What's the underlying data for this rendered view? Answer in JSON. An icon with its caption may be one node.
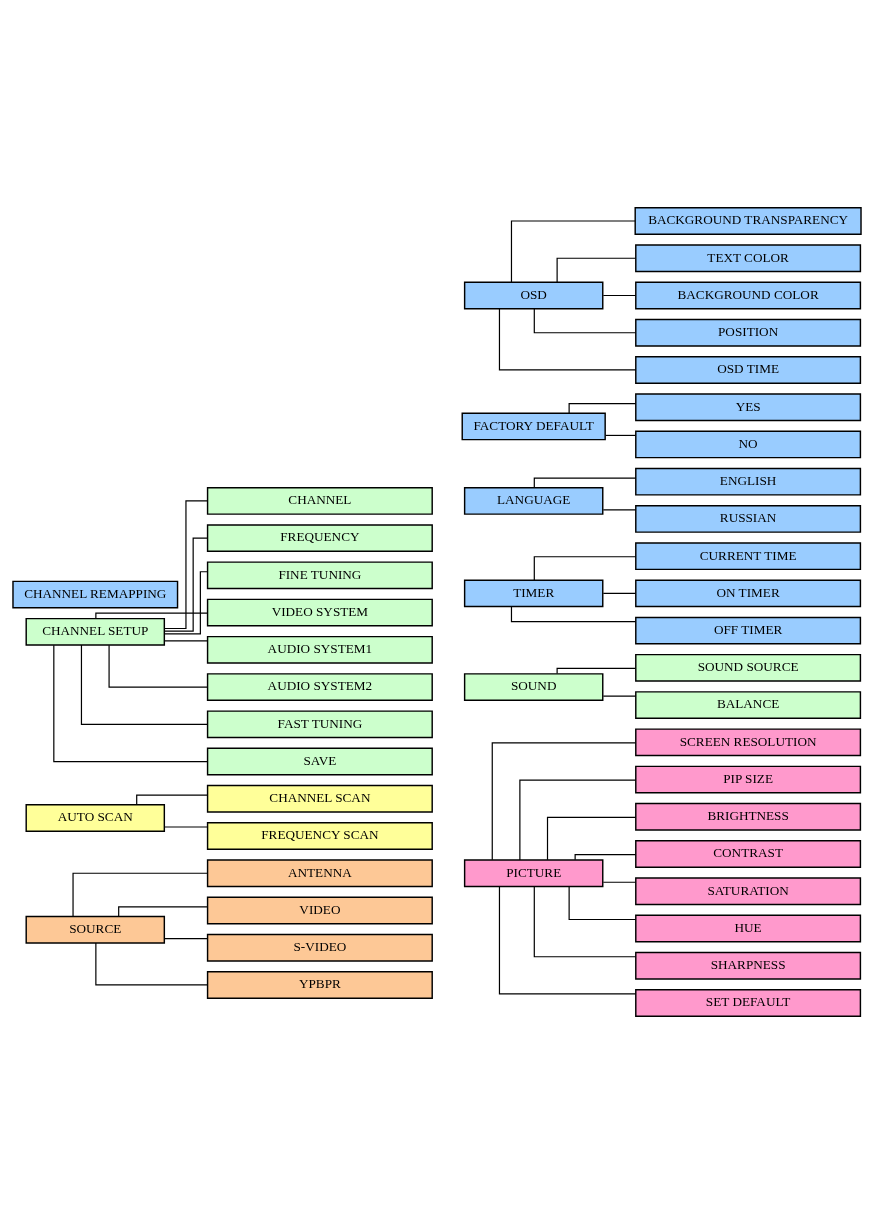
{
  "diagram": {
    "nodes": [
      {
        "text": [
          "SOURCE"
        ]
      },
      {
        "text": [
          "ANTENNA"
        ]
      },
      {
        "text": [
          "VIDEO"
        ]
      },
      {
        "text": [
          "S-VIDEO"
        ]
      },
      {
        "text": [
          "YPBPR"
        ]
      },
      {
        "text": [
          "AUTO SCAN"
        ]
      },
      {
        "text": [
          "CHANNEL SCAN"
        ]
      },
      {
        "text": [
          "FREQUENCY SCAN"
        ]
      },
      {
        "text": [
          "CHANNEL SETUP"
        ]
      },
      {
        "text": [
          "CHANNEL"
        ]
      },
      {
        "text": [
          "FREQUENCY"
        ]
      },
      {
        "text": [
          "FINE TUNING"
        ]
      },
      {
        "text": [
          "VIDEO SYSTEM"
        ]
      },
      {
        "text": [
          "AUDIO SYSTEM1"
        ]
      },
      {
        "text": [
          "AUDIO SYSTEM2"
        ]
      },
      {
        "text": [
          "FAST TUNING"
        ]
      },
      {
        "text": [
          "SAVE"
        ]
      },
      {
        "text": [
          "CHANNEL REMAPPING"
        ]
      },
      {
        "text": [
          "PICTURE"
        ]
      },
      {
        "text": [
          "SCREEN RESOLUTION"
        ]
      },
      {
        "text": [
          "PIP SIZE"
        ]
      },
      {
        "text": [
          "BRIGHTNESS"
        ]
      },
      {
        "text": [
          "CONTRAST"
        ]
      },
      {
        "text": [
          "SATURATION"
        ]
      },
      {
        "text": [
          "HUE"
        ]
      },
      {
        "text": [
          "SHARPNESS"
        ]
      },
      {
        "text": [
          "SET DEFAULT"
        ]
      },
      {
        "text": [
          "SOUND"
        ]
      },
      {
        "text": [
          "SOUND SOURCE"
        ]
      },
      {
        "text": [
          "BALANCE"
        ]
      },
      {
        "text": [
          "TIMER"
        ]
      },
      {
        "text": [
          "CURRENT TIME"
        ]
      },
      {
        "text": [
          "ON TIMER"
        ]
      },
      {
        "text": [
          "OFF TIMER"
        ]
      },
      {
        "text": [
          "LANGUAGE"
        ]
      },
      {
        "text": [
          "ENGLISH"
        ]
      },
      {
        "text": [
          "RUSSIAN"
        ]
      },
      {
        "text": [
          "FACTORY DEFAULT"
        ]
      },
      {
        "text": [
          "YES"
        ]
      },
      {
        "text": [
          "NO"
        ]
      },
      {
        "text": [
          "OSD"
        ]
      },
      {
        "text": [
          "BACKGROUND TRANSPARENCY"
        ]
      },
      {
        "text": [
          "TEXT COLOR"
        ]
      },
      {
        "text": [
          "BACKGROUND COLOR"
        ]
      },
      {
        "text": [
          "POSITION"
        ]
      },
      {
        "text": [
          "OSD TIME"
        ]
      }
    ],
    "edges": [
      {
        "from": 0,
        "to": 1,
        "arrow": "none"
      },
      {
        "from": 0,
        "to": 2,
        "arrow": "none"
      },
      {
        "from": 0,
        "to": 3,
        "arrow": "none"
      },
      {
        "from": 0,
        "to": 4,
        "arrow": "none"
      },
      {
        "from": 5,
        "to": 6,
        "arrow": "none"
      },
      {
        "from": 5,
        "to": 7,
        "arrow": "none"
      },
      {
        "from": 8,
        "to": 9,
        "arrow": "none"
      },
      {
        "from": 8,
        "to": 10,
        "arrow": "none"
      },
      {
        "from": 8,
        "to": 11,
        "arrow": "none"
      },
      {
        "from": 8,
        "to": 12,
        "arrow": "none"
      },
      {
        "from": 8,
        "to": 13,
        "arrow": "none"
      },
      {
        "from": 8,
        "to": 14,
        "arrow": "none"
      },
      {
        "from": 8,
        "to": 15,
        "arrow": "none"
      },
      {
        "from": 8,
        "to": 16,
        "arrow": "none"
      },
      {
        "from": 18,
        "to": 19,
        "arrow": "none"
      },
      {
        "from": 18,
        "to": 20,
        "arrow": "none"
      },
      {
        "from": 18,
        "to": 21,
        "arrow": "none"
      },
      {
        "from": 18,
        "to": 22,
        "arrow": "none"
      },
      {
        "from": 18,
        "to": 23,
        "arrow": "none"
      },
      {
        "from": 18,
        "to": 24,
        "arrow": "none"
      },
      {
        "from": 18,
        "to": 25,
        "arrow": "none"
      },
      {
        "from": 18,
        "to": 26,
        "arrow": "none"
      },
      {
        "from": 27,
        "to": 28,
        "arrow": "none"
      },
      {
        "from": 27,
        "to": 29,
        "arrow": "none"
      },
      {
        "from": 30,
        "to": 31,
        "arrow": "none"
      },
      {
        "from": 30,
        "to": 32,
        "arrow": "none"
      },
      {
        "from": 30,
        "to": 33,
        "arrow": "none"
      },
      {
        "from": 34,
        "to": 35,
        "arrow": "none"
      },
      {
        "from": 34,
        "to": 36,
        "arrow": "none"
      },
      {
        "from": 37,
        "to": 38,
        "arrow": "none"
      },
      {
        "from": 37,
        "to": 39,
        "arrow": "none"
      },
      {
        "from": 40,
        "to": 41,
        "arrow": "none"
      },
      {
        "from": 40,
        "to": 42,
        "arrow": "none"
      },
      {
        "from": 40,
        "to": 43,
        "arrow": "none"
      },
      {
        "from": 40,
        "to": 44,
        "arrow": "none"
      },
      {
        "from": 40,
        "to": 45,
        "arrow": "none"
      }
    ]
  }
}
